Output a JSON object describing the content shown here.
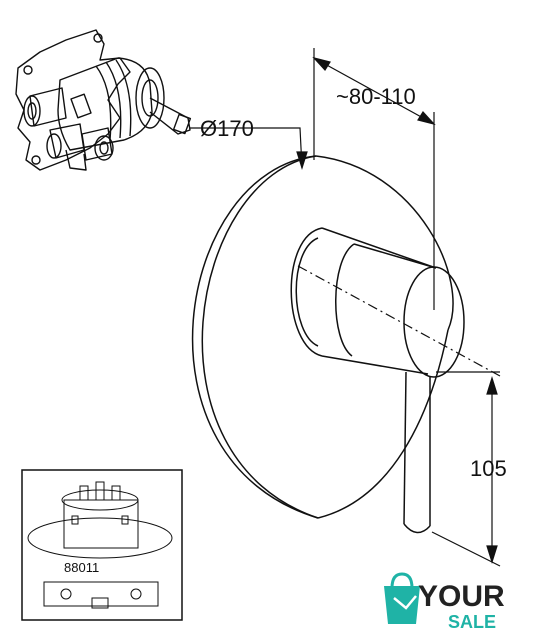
{
  "dimensions": {
    "diameter": "Ø170",
    "depth": "~80-110",
    "height": "105"
  },
  "inset": {
    "part_number": "88011"
  },
  "logo": {
    "line1": "YOUR",
    "line2": "SALE"
  },
  "colors": {
    "line": "#111111",
    "logo_teal": "#1fb3a6",
    "logo_dark": "#222222"
  }
}
